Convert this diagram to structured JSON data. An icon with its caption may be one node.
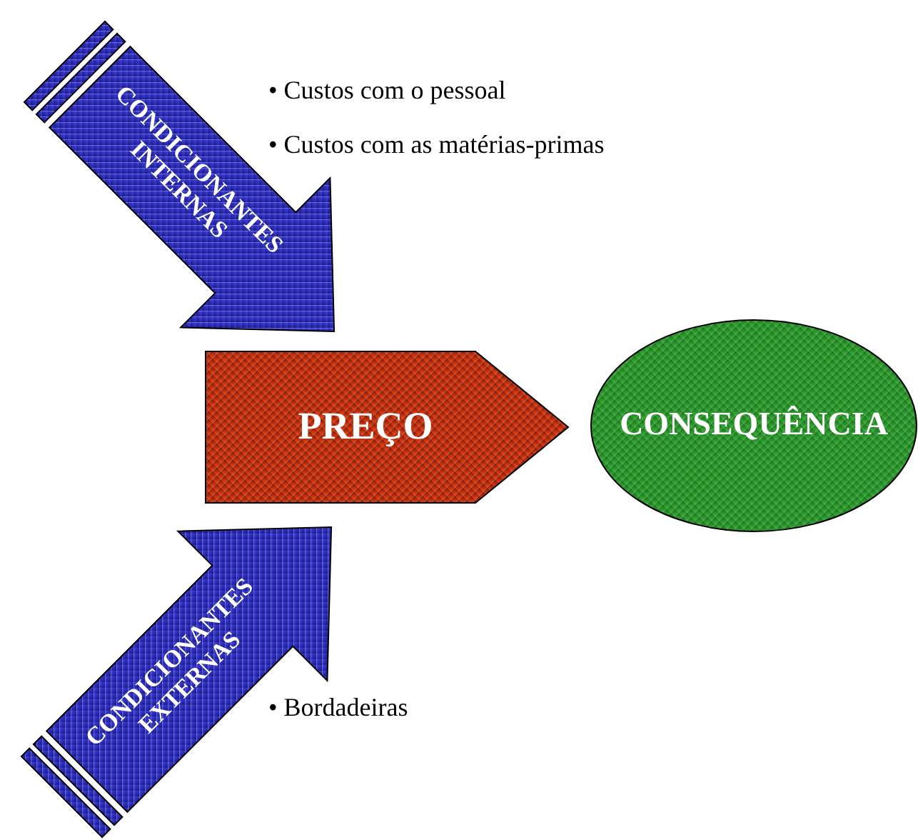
{
  "diagram": {
    "nodes": [
      {
        "text": [
          "CONDICIONANTES INTERNAS"
        ]
      },
      {
        "text": [
          "PREÇO"
        ]
      },
      {
        "text": [
          "CONSEQUÊNCIA"
        ]
      },
      {
        "text": [
          "CONDICIONANTES EXTERNAS"
        ]
      }
    ],
    "labels": [
      "• Custos com o pessoal",
      "• Custos com as matérias-primas",
      "• Bordadeiras"
    ]
  }
}
